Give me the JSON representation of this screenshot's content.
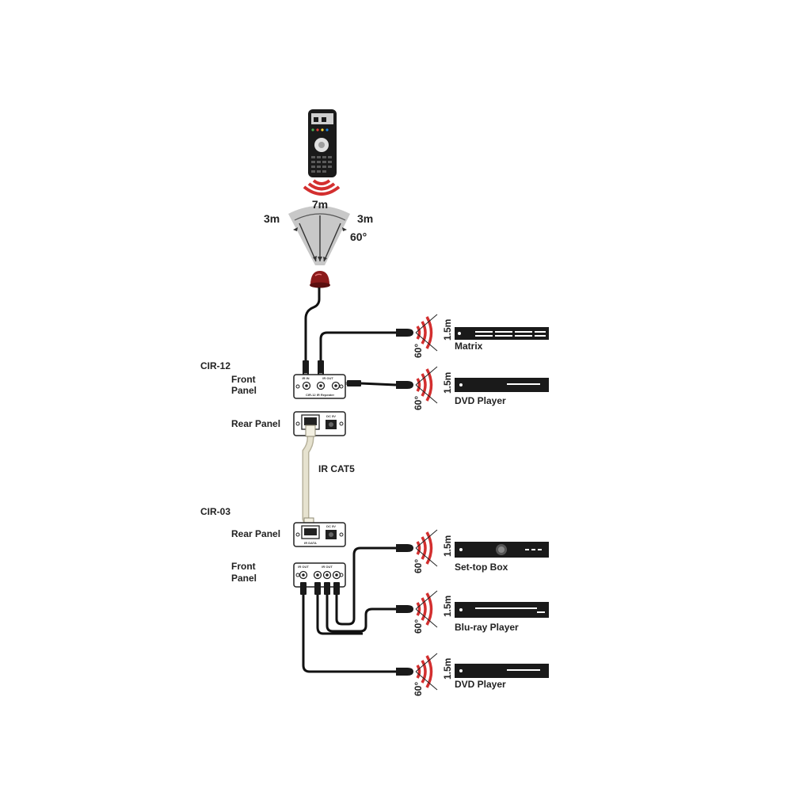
{
  "remote": {
    "range_center": "7m",
    "range_left": "3m",
    "range_right": "3m",
    "angle": "60°"
  },
  "cir12": {
    "model": "CIR-12",
    "front_panel_label_1": "Front",
    "front_panel_label_2": "Panel",
    "rear_panel_label": "Rear Panel",
    "front_jack_in": "IR IN",
    "front_jack_out": "IR OUT",
    "front_caption": "CIR-12 IR Repeater",
    "rear_dc": "DC 5V"
  },
  "cable": {
    "label": "IR CAT5"
  },
  "cir03": {
    "model": "CIR-03",
    "rear_panel_label": "Rear Panel",
    "front_panel_label_1": "Front",
    "front_panel_label_2": "Panel",
    "rear_port": "IR DATA",
    "rear_dc": "DC 5V",
    "front_jack_in": "IR OUT",
    "front_jack_out": "IR OUT"
  },
  "devices": {
    "matrix": {
      "name": "Matrix",
      "distance": "1.5m",
      "angle": "60°"
    },
    "dvd_1": {
      "name": "DVD Player",
      "distance": "1.5m",
      "angle": "60°"
    },
    "settop": {
      "name": "Set-top Box",
      "distance": "1.5m",
      "angle": "60°"
    },
    "bluray": {
      "name": "Blu-ray Player",
      "distance": "1.5m",
      "angle": "60°"
    },
    "dvd_2": {
      "name": "DVD Player",
      "distance": "1.5m",
      "angle": "60°"
    }
  },
  "colors": {
    "ir_red": "#d32f2f",
    "device_dark": "#1a1a1a",
    "cable_beige": "#e6e2cf",
    "cone_gray": "#c8c8c8"
  }
}
